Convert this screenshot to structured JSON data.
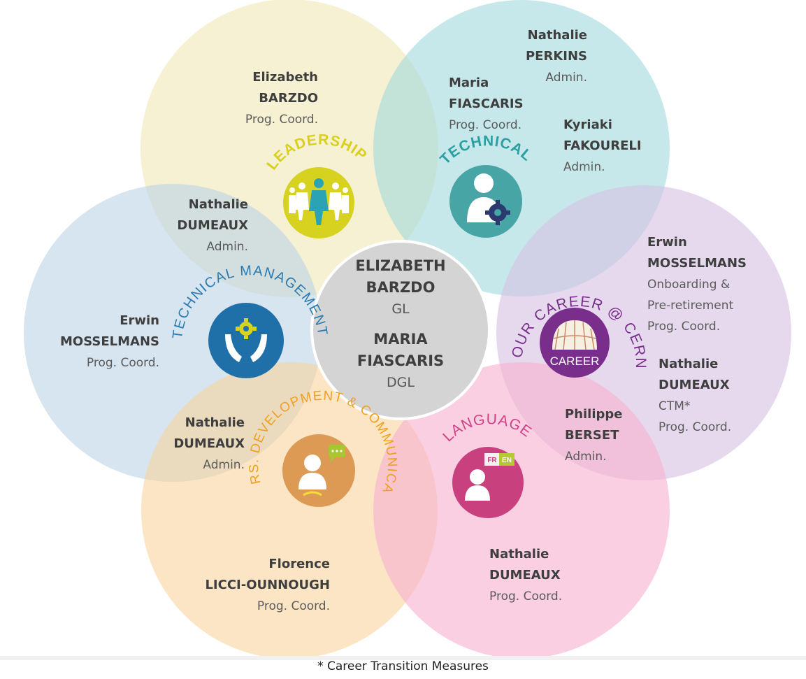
{
  "center": {
    "gl_first": "ELIZABETH",
    "gl_last": "BARZDO",
    "gl_role": "GL",
    "dgl_first": "MARIA",
    "dgl_last": "FIASCARIS",
    "dgl_role": "DGL"
  },
  "areas": {
    "leadership": {
      "title": "LEADERSHIP",
      "color": "#d9cf1f",
      "people": [
        {
          "first": "Elizabeth",
          "last": "BARZDO",
          "role": "Prog. Coord."
        },
        {
          "first": "Nathalie",
          "last": "DUMEAUX",
          "role": "Admin."
        }
      ]
    },
    "technical": {
      "title": "TECHNICAL",
      "color": "#3aa6a6",
      "people": [
        {
          "first": "Nathalie",
          "last": "PERKINS",
          "role": "Admin."
        },
        {
          "first": "Maria",
          "last": "FIASCARIS",
          "role": "Prog. Coord."
        },
        {
          "first": "Kyriaki",
          "last": "FAKOURELI",
          "role": "Admin."
        }
      ]
    },
    "technical_management": {
      "title": "TECHNICAL MANAGEMENT",
      "color": "#2a7ab0",
      "people": [
        {
          "first": "Erwin",
          "last": "MOSSELMANS",
          "role": "Prog. Coord."
        }
      ]
    },
    "your_career": {
      "title": "YOUR CAREER @ CERN",
      "icon_label": "CAREER",
      "color": "#7a2e8c",
      "people": [
        {
          "first": "Erwin",
          "last": "MOSSELMANS",
          "role": "Onboarding &",
          "role2": "Pre-retirement",
          "role3": "Prog. Coord."
        },
        {
          "first": "Nathalie",
          "last": "DUMEAUX",
          "role": "CTM*",
          "role2": "Prog. Coord."
        }
      ]
    },
    "pers_development": {
      "title": "PERS. DEVELOPMENT & COMMUNICATION",
      "color": "#f0a020",
      "people": [
        {
          "first": "Nathalie",
          "last": "DUMEAUX",
          "role": "Admin."
        },
        {
          "first": "Florence",
          "last": "LICCI-OUNNOUGH",
          "role": "Prog. Coord."
        }
      ]
    },
    "language": {
      "title": "LANGUAGE",
      "icon_fr": "FR",
      "icon_en": "EN",
      "color": "#d23f86",
      "people": [
        {
          "first": "Philippe",
          "last": "BERSET",
          "role": "Admin."
        },
        {
          "first": "Nathalie",
          "last": "DUMEAUX",
          "role": "Prog. Coord."
        }
      ]
    }
  },
  "footnote": "* Career Transition Measures",
  "colors": {
    "leadership_fill": "#f2edc4",
    "technical_fill": "#bfe4e6",
    "techmgmt_fill": "#cfdfea",
    "career_fill": "#e2d2ea",
    "persdev_fill": "#f8dcae",
    "language_fill": "#f6c2da",
    "center_fill": "#d7d7d7"
  }
}
